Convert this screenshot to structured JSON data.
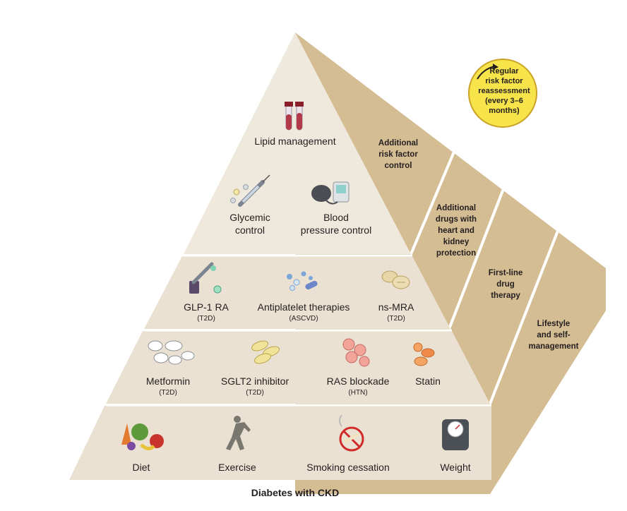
{
  "tiers": {
    "top": {
      "lipid": "Lipid management",
      "glycemic": [
        "Glycemic",
        "control"
      ],
      "blood_pressure": [
        "Blood",
        "pressure control"
      ]
    },
    "second": [
      {
        "label": "GLP-1 RA",
        "sub": "(T2D)"
      },
      {
        "label": "Antiplatelet therapies",
        "sub": "(ASCVD)"
      },
      {
        "label": "ns-MRA",
        "sub": "(T2D)"
      }
    ],
    "third": [
      {
        "label": "Metformin",
        "sub": "(T2D)"
      },
      {
        "label": "SGLT2 inhibitor",
        "sub": "(T2D)"
      },
      {
        "label": "RAS blockade",
        "sub": "(HTN)"
      },
      {
        "label": "Statin",
        "sub": ""
      }
    ],
    "base": [
      "Diet",
      "Exercise",
      "Smoking cessation",
      "Weight"
    ]
  },
  "side_labels": [
    [
      "Additional",
      "risk factor",
      "control"
    ],
    [
      "Additional",
      "drugs with",
      "heart and",
      "kidney",
      "protection"
    ],
    [
      "First-line",
      "drug",
      "therapy"
    ],
    [
      "Lifestyle",
      "and self-",
      "management"
    ]
  ],
  "reassessment": [
    "Regular",
    "risk factor",
    "reassessment",
    "(every 3–6",
    "months)"
  ],
  "caption": "Diabetes with CKD",
  "colors": {
    "front_top": "#efe8dd",
    "front_bands": "#ebe1d2",
    "side_face": "#d4bc93",
    "border": "#ffffff",
    "circle_fill": "#f7e34a",
    "circle_ring": "#c9a227"
  }
}
